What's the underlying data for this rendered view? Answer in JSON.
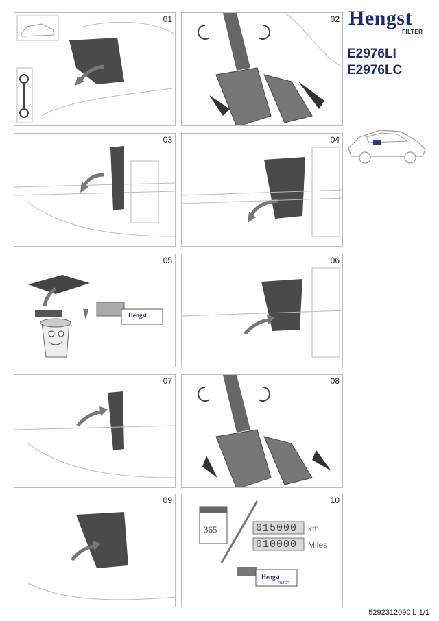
{
  "header": {
    "brand": "Hengst",
    "brand_sub": "FILTER",
    "models": [
      "E2976LI",
      "E2976LC"
    ]
  },
  "panels": [
    {
      "number": "01"
    },
    {
      "number": "02"
    },
    {
      "number": "03"
    },
    {
      "number": "04"
    },
    {
      "number": "05"
    },
    {
      "number": "06"
    },
    {
      "number": "07"
    },
    {
      "number": "08"
    },
    {
      "number": "09"
    },
    {
      "number": "10"
    }
  ],
  "panel10": {
    "calendar_label": "365",
    "odometer_km": "015000",
    "unit_km": "km",
    "odometer_miles": "010000",
    "unit_miles": "Miles"
  },
  "filter_box_label": "Hengst",
  "filter_box_sub": "FILTER",
  "footer": {
    "doc_number": "5292312090 b 1/1"
  },
  "colors": {
    "brand_blue": "#1a2a7a",
    "line_gray": "#9a9a9a",
    "dark_part": "#4a4a4a"
  },
  "icons": [
    "wrench-icon",
    "car-icon",
    "arrow-icon",
    "rotate-icon",
    "trash-bin-icon",
    "calendar-icon"
  ]
}
